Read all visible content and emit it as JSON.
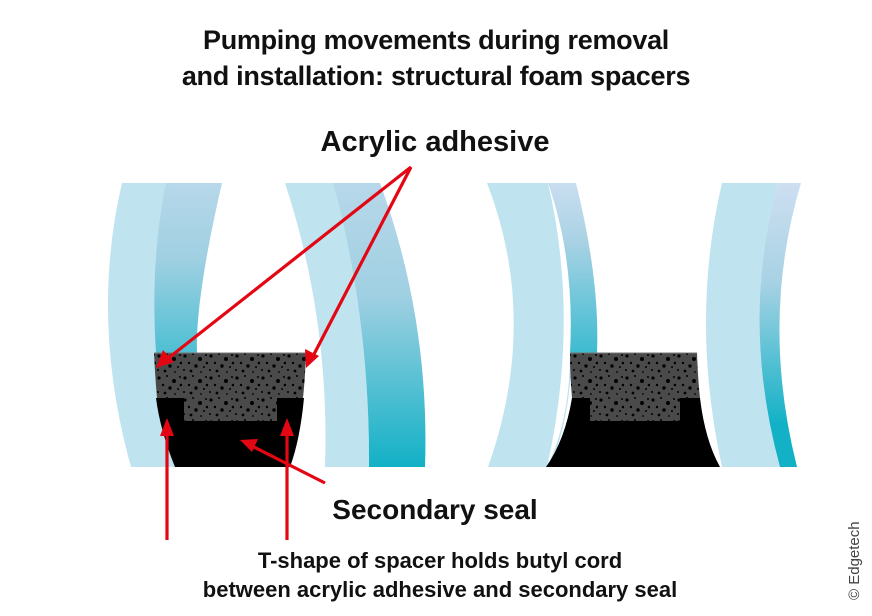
{
  "title": {
    "line1": "Pumping movements during removal",
    "line2": "and installation: structural foam spacers"
  },
  "labels": {
    "acrylic_adhesive": "Acrylic adhesive",
    "secondary_seal": "Secondary seal",
    "t_shape_line1": "T-shape of spacer holds butyl cord",
    "t_shape_line2": "between acrylic adhesive and secondary seal"
  },
  "copyright": "© Edgetech",
  "colors": {
    "glass_light": "#bfe3ef",
    "glass_mid": "#a9d3e6",
    "glass_teal": "#14b3c8",
    "foam": "#4a4a4a",
    "seal": "#000000",
    "arrow": "#e30613",
    "text": "#111111"
  },
  "units": [
    {
      "name": "left-unit",
      "state": "panes bowed outward (pumping apart)"
    },
    {
      "name": "right-unit",
      "state": "panes bowed inward (pumping together)"
    }
  ]
}
